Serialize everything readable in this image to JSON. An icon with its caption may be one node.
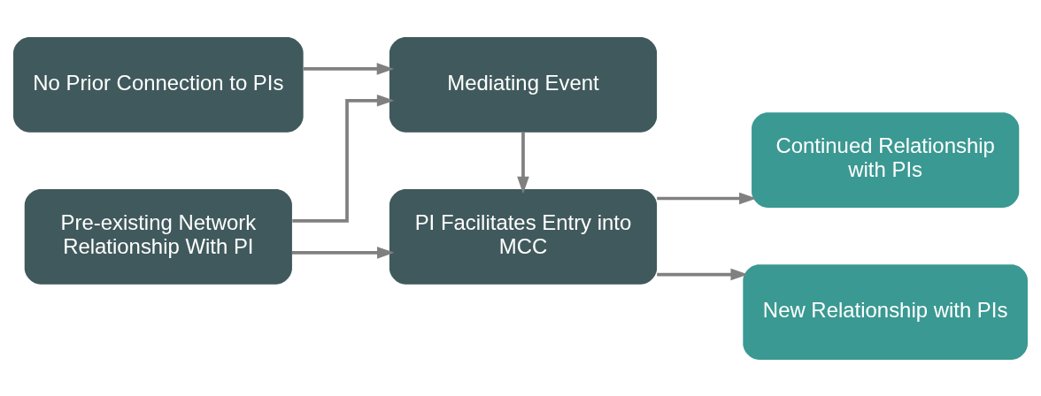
{
  "diagram": {
    "nodes": [
      {
        "text": [
          "Pre-existing Network Relationship With PI"
        ]
      },
      {
        "text": [
          "No Prior Connection to PIs"
        ]
      },
      {
        "text": [
          "PI Facilitates Entry into MCC"
        ]
      },
      {
        "text": [
          "Mediating Event"
        ]
      },
      {
        "text": [
          "Continued Relationship with PIs"
        ]
      },
      {
        "text": [
          "New Relationship with PIs"
        ]
      }
    ],
    "edges": [
      {
        "from": 0,
        "to": 2,
        "arrow": "to"
      },
      {
        "from": 0,
        "to": 3,
        "arrow": "to"
      },
      {
        "from": 1,
        "to": 3,
        "arrow": "to"
      },
      {
        "from": 3,
        "to": 2,
        "arrow": "to"
      },
      {
        "from": 2,
        "to": 4,
        "arrow": "to"
      },
      {
        "from": 2,
        "to": 5,
        "arrow": "to"
      }
    ]
  }
}
